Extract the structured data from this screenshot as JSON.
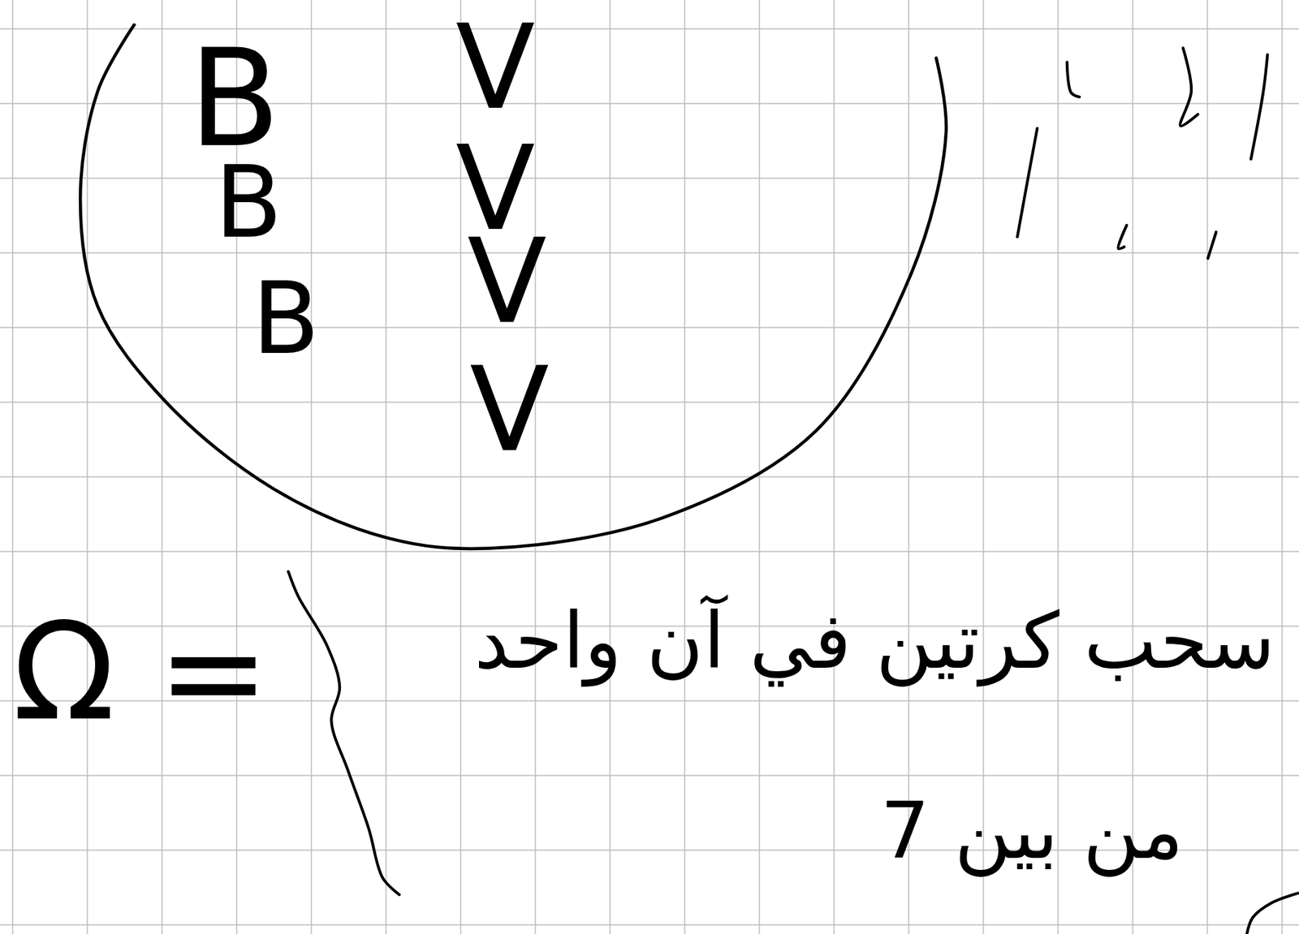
{
  "diagram": {
    "nodes": [
      {
        "text": [
          "B",
          "B",
          "B",
          "V",
          "V",
          "V",
          "V"
        ]
      }
    ],
    "labels": [
      "Ω =",
      "سحب كرتين في آن واحد",
      "من بين 7"
    ]
  }
}
